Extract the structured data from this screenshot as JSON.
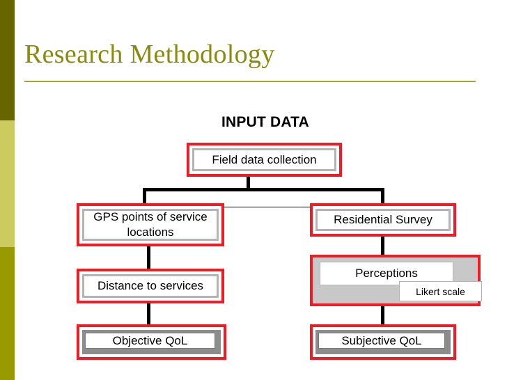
{
  "slide": {
    "title": "Research Methodology",
    "section_heading": "INPUT DATA"
  },
  "theme": {
    "band_top_color": "#676500",
    "band_middle_color": "#cbcb60",
    "band_bottom_color": "#999900",
    "title_color": "#8a8a10",
    "rule_color": "#a8a02c",
    "node_border_color": "#ee1c25",
    "node_inner_border_color": "#b4b4b4",
    "node_fill_color": "#ffffff",
    "group_fill_color": "#c8c8c8",
    "connector_color": "#000000"
  },
  "flowchart": {
    "root": {
      "label": "Field data collection"
    },
    "left_branch": [
      {
        "label": "GPS points of service locations"
      },
      {
        "label": "Distance to services"
      },
      {
        "label": "Objective QoL"
      }
    ],
    "right_branch": [
      {
        "label": "Residential Survey"
      },
      {
        "label": "Perceptions",
        "child": {
          "label": "Likert scale"
        }
      },
      {
        "label": "Subjective QoL"
      }
    ]
  }
}
